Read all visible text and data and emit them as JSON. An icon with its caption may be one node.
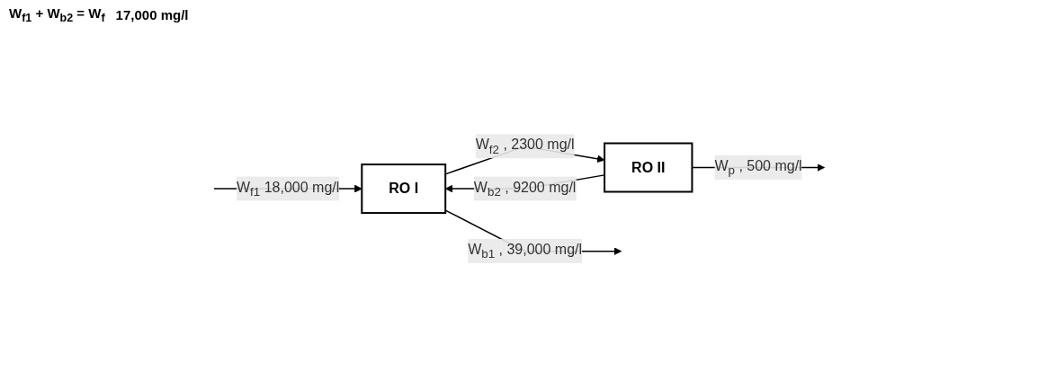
{
  "diagram": {
    "nodes": [
      {
        "text": [
          "RO I"
        ]
      },
      {
        "text": [
          "RO II"
        ]
      }
    ],
    "edges": [
      {
        "from": null,
        "to": 0,
        "arrow": "to",
        "label": "W$_{f1}$ 18,000 mg/l"
      },
      {
        "from": 1,
        "to": 0,
        "arrow": "to",
        "label": "W$_{b2}$ , 9200 mg/l"
      },
      {
        "from": 0,
        "to": null,
        "arrow": "to",
        "label": "W$_{b1}$ , 39,000 mg/l"
      },
      {
        "from": 0,
        "to": 1,
        "arrow": "to",
        "label": "W$_{f2}$ , 2300 mg/l"
      },
      {
        "from": 1,
        "to": null,
        "arrow": "to",
        "label": "W$_{p}$ , 500 mg/l"
      }
    ],
    "labels": [
      "W$_{f1}$ + W$_{b2}$ = W$_{f}$",
      "17,000 mg/l"
    ]
  }
}
